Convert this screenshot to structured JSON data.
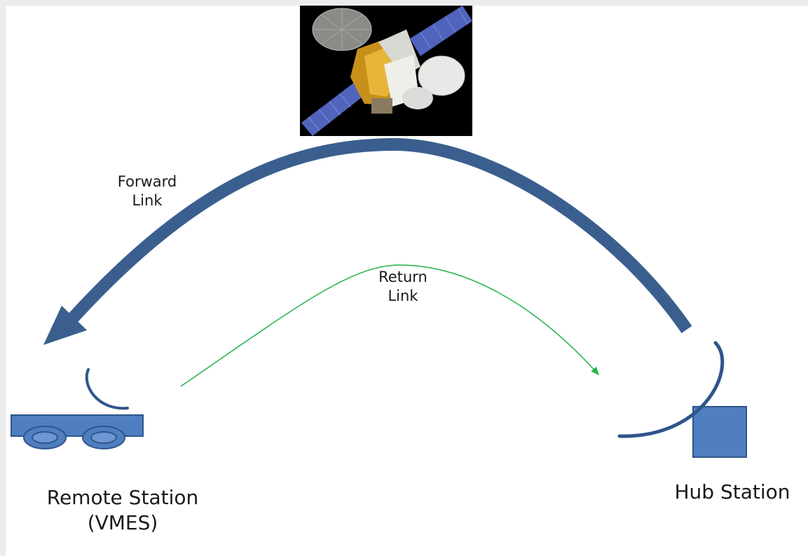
{
  "labels": {
    "forward_link": [
      "Forward",
      "Link"
    ],
    "return_link": [
      "Return",
      "Link"
    ],
    "remote_station": [
      "Remote Station",
      "(VMES)"
    ],
    "hub_station": "Hub Station"
  },
  "colors": {
    "forward_arrow": "#3a5f8e",
    "return_arrow": "#22b24c",
    "station_fill": "#4f7ec1",
    "station_stroke": "#2f568a",
    "satellite_background": "#000000"
  },
  "icons": {
    "satellite": "satellite-image",
    "remote_station": "vehicle-with-dish-icon",
    "hub_station": "dish-with-building-icon"
  }
}
